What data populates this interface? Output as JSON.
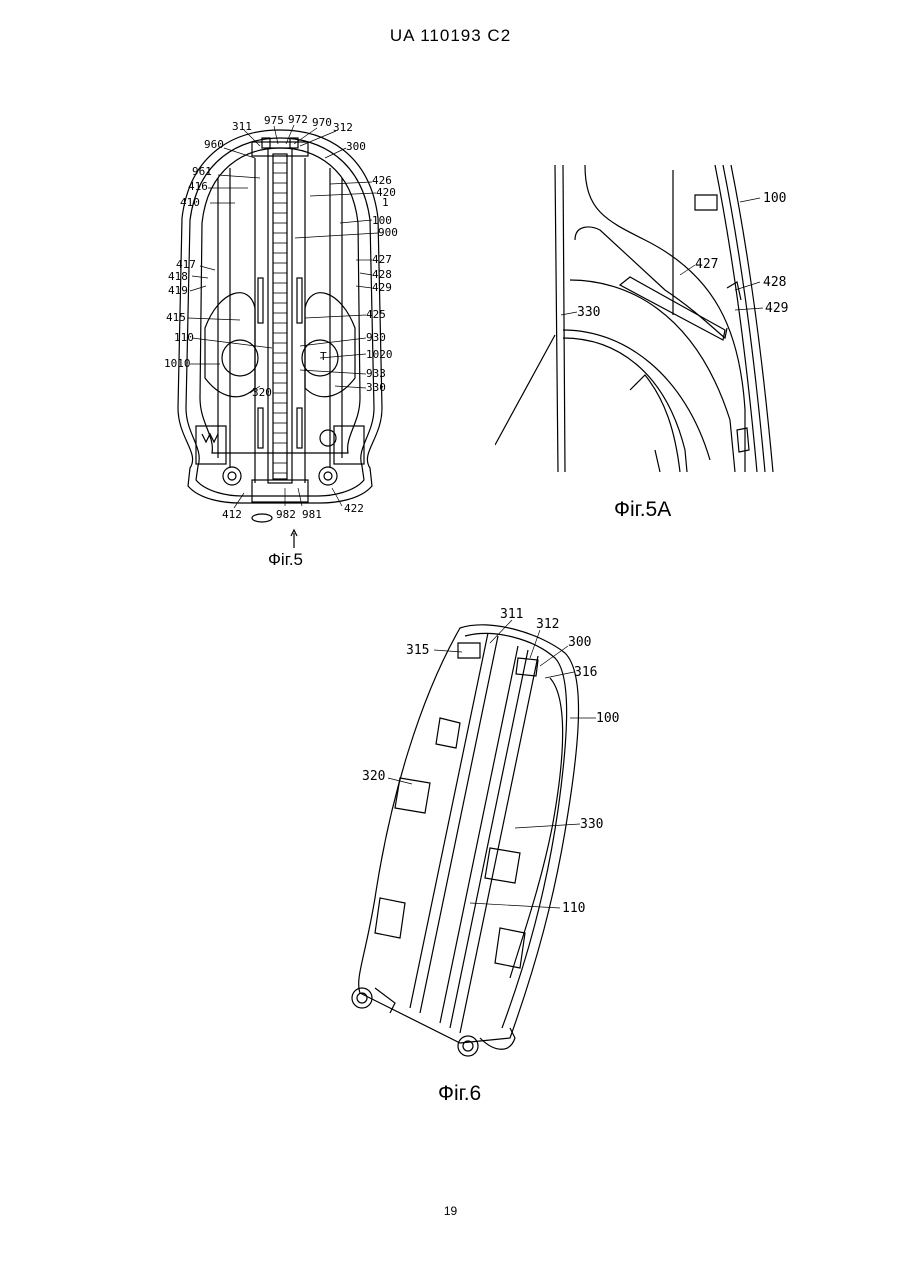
{
  "header": {
    "doc_id": "UA   110193   C2"
  },
  "figures": {
    "fig5": {
      "caption": "Фіг.5",
      "labels": {
        "l311": "311",
        "l975": "975",
        "l972": "972",
        "l970": "970",
        "l312": "312",
        "l960": "960",
        "l300": "300",
        "l961": "961",
        "l416": "416",
        "l426": "426",
        "l420": "420",
        "l410": "410",
        "l1": "1",
        "l100": "100",
        "l900": "900",
        "l417": "417",
        "l427": "427",
        "l418": "418",
        "l428": "428",
        "l419": "419",
        "l429": "429",
        "l415": "415",
        "l425": "425",
        "l110": "110",
        "l930": "930",
        "l1010": "1010",
        "l1020": "1020",
        "l933": "933",
        "l320": "320",
        "l330": "330",
        "l412": "412",
        "l982": "982",
        "l981": "981",
        "l422": "422",
        "lT": "T"
      }
    },
    "fig5a": {
      "caption": "Фіг.5А",
      "labels": {
        "l100": "100",
        "l427": "427",
        "l428": "428",
        "l429": "429",
        "l330": "330"
      }
    },
    "fig6": {
      "caption": "Фіг.6",
      "labels": {
        "l311": "311",
        "l312": "312",
        "l300": "300",
        "l315": "315",
        "l316": "316",
        "l100": "100",
        "l320": "320",
        "l330": "330",
        "l110": "110"
      }
    }
  },
  "footer": {
    "page_number": "19"
  }
}
